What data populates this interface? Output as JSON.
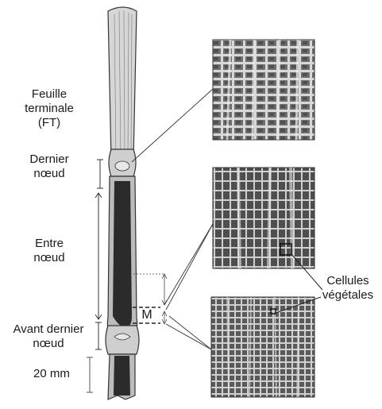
{
  "labels": {
    "leaf_l1": "Feuille",
    "leaf_l2": "terminale",
    "leaf_l3": "(FT)",
    "last_node_l1": "Dernier",
    "last_node_l2": "nœud",
    "internode_l1": "Entre",
    "internode_l2": "nœud",
    "prev_node_l1": "Avant dernier",
    "prev_node_l2": "nœud",
    "scale": "20 mm",
    "m_marker": "M",
    "cells_l1": "Cellules",
    "cells_l2": "végétales"
  },
  "colors": {
    "stem_fill": "#bfbfbf",
    "stem_dark": "#2b2b2b",
    "line": "#333333",
    "panel_bg": "#d9d9d9"
  },
  "icons": [
    "stem-illustration",
    "micrograph-panel"
  ]
}
